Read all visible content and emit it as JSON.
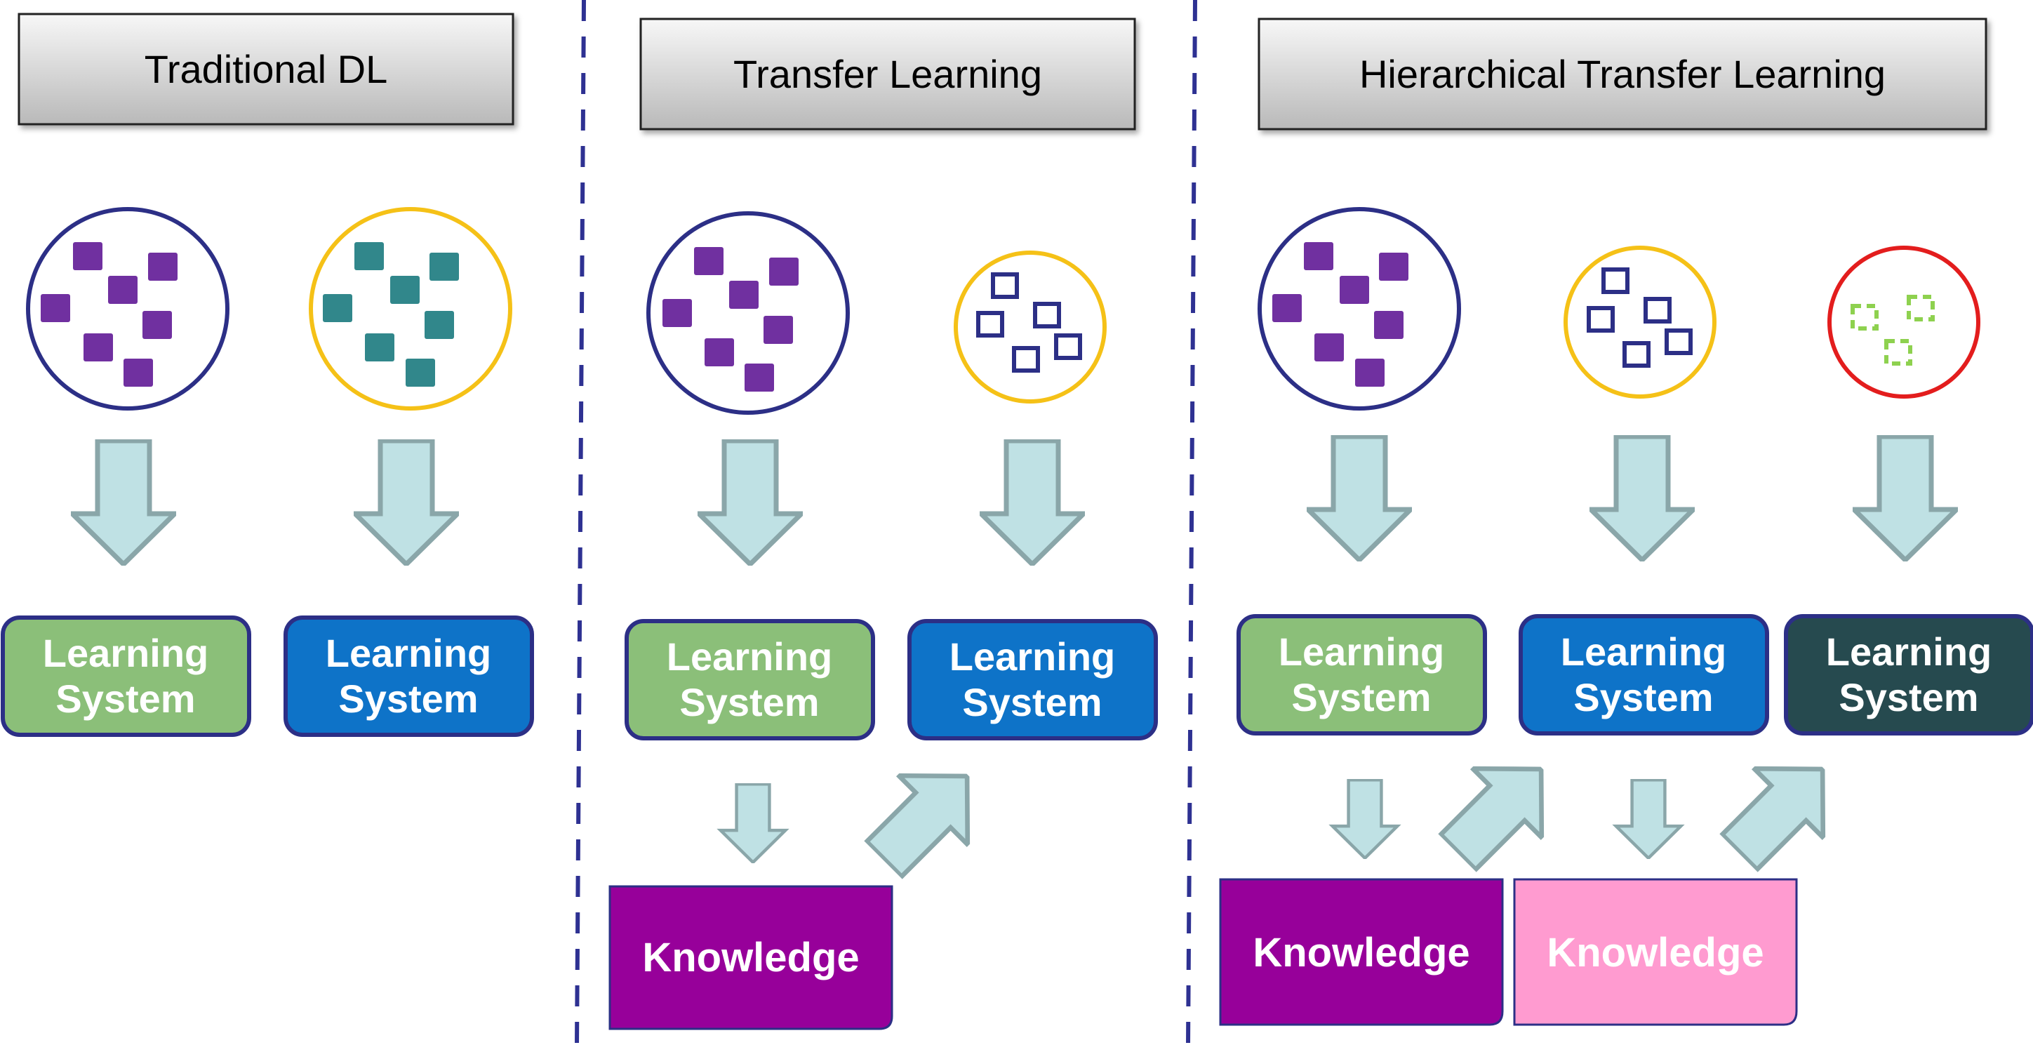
{
  "sections": [
    {
      "title": "Traditional DL"
    },
    {
      "title": "Transfer Learning"
    },
    {
      "title": "Hierarchical Transfer Learning"
    }
  ],
  "learning_system_label": {
    "line1": "Learning",
    "line2": "System"
  },
  "knowledge_label": "Knowledge",
  "colors": {
    "divider": "#2e3192",
    "arrow_fill": "#bfe1e4",
    "arrow_stroke": "#8aa6a9",
    "green_box": "#8bbf79",
    "blue_box": "#0e73c8",
    "dark_teal_box": "#264a4f",
    "box_border": "#2c2f86",
    "knowledge_purple": "#97009a",
    "knowledge_pink": "#ff9bd0",
    "circle_navy": "#2c2f86",
    "circle_yellow": "#f5c117",
    "circle_red": "#e31d1d",
    "square_purple": "#7030a0",
    "square_teal": "#31878b",
    "square_hollow": "#2c2f86",
    "square_dashed_green": "#8ed14f"
  }
}
